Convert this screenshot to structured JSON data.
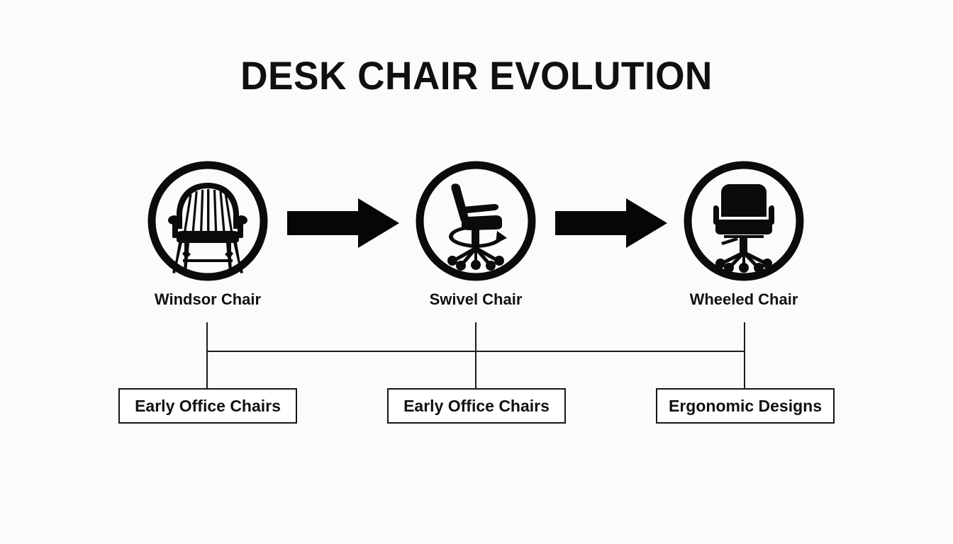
{
  "diagram": {
    "title": "DESK CHAIR EVOLUTION",
    "background_color": "#fbfbfa",
    "line_color": "#1c1c1c",
    "text_color": "#111111",
    "stages": [
      {
        "id": "windsor",
        "label": "Windsor Chair",
        "icon": "windsor-chair-icon",
        "category": "Early Office Chairs"
      },
      {
        "id": "swivel",
        "label": "Swivel Chair",
        "icon": "swivel-chair-icon",
        "category": "Early Office Chairs"
      },
      {
        "id": "wheeled",
        "label": "Wheeled Chair",
        "icon": "wheeled-chair-icon",
        "category": "Ergonomic Designs"
      }
    ],
    "connectors": [
      {
        "id": "arrow-1",
        "icon": "right-arrow-icon",
        "from": "windsor",
        "to": "swivel"
      },
      {
        "id": "arrow-2",
        "icon": "right-arrow-icon",
        "from": "swivel",
        "to": "wheeled"
      }
    ]
  }
}
